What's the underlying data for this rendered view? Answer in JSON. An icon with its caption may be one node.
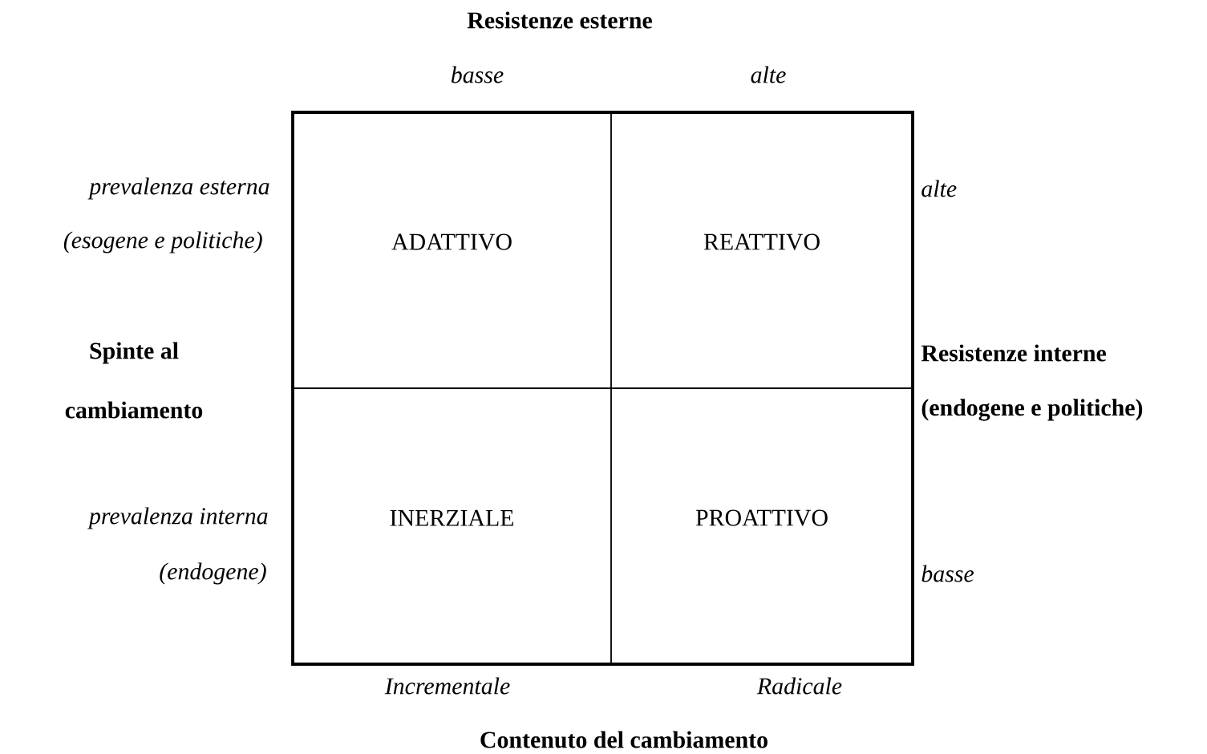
{
  "diagram": {
    "nodes": [
      {
        "text": [
          "ADATTIVO"
        ]
      },
      {
        "text": [
          "REATTIVO"
        ]
      },
      {
        "text": [
          "INERZIALE"
        ]
      },
      {
        "text": [
          "PROATTIVO"
        ]
      }
    ],
    "labels": [
      "Resistenze esterne",
      "basse",
      "alte",
      "prevalenza esterna",
      "alte",
      "(esogene e politiche)",
      "Spinte al",
      "Resistenze interne",
      "cambiamento",
      "(endogene e politiche)",
      "prevalenza interna",
      "(endogene)",
      "basse",
      "Incrementale",
      "Radicale",
      "Contenuto del cambiamento"
    ]
  }
}
